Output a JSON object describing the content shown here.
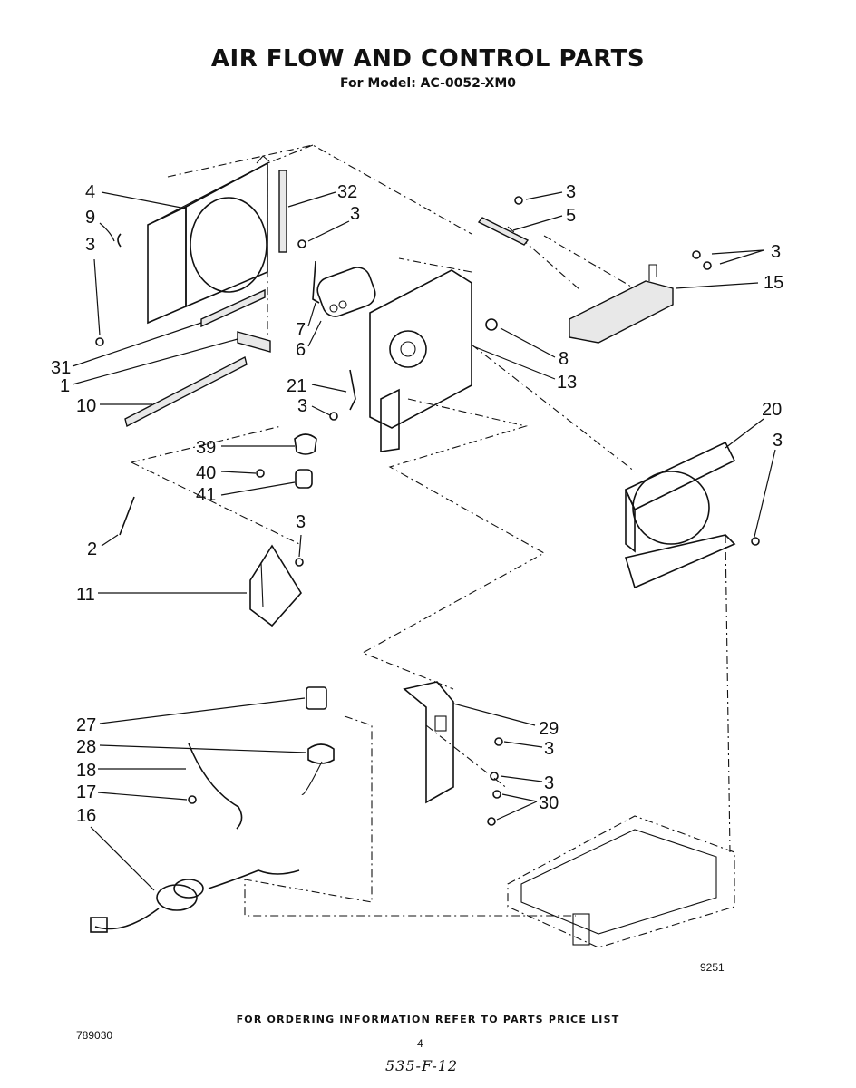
{
  "title": "AIR FLOW AND CONTROL PARTS",
  "subtitle": "For Model: AC-0052-XM0",
  "drawing_number": "9251",
  "footer_note": "FOR ORDERING INFORMATION REFER TO PARTS PRICE LIST",
  "document_number": "789030",
  "page_number": "4",
  "handwritten_note": "535-F-12",
  "callouts": {
    "c4": "4",
    "c9": "9",
    "c3a": "3",
    "c32": "32",
    "c3b": "3",
    "c3c": "3",
    "c5": "5",
    "c3d": "3",
    "c15": "15",
    "c7": "7",
    "c6": "6",
    "c31": "31",
    "c1": "1",
    "c10": "10",
    "c8": "8",
    "c13": "13",
    "c21": "21",
    "c3e": "3",
    "c20": "20",
    "c3f": "3",
    "c39": "39",
    "c40": "40",
    "c41": "41",
    "c2": "2",
    "c3g": "3",
    "c11": "11",
    "c27": "27",
    "c29": "29",
    "c28": "28",
    "c3h": "3",
    "c18": "18",
    "c3i": "3",
    "c17": "17",
    "c30": "30",
    "c16": "16"
  }
}
